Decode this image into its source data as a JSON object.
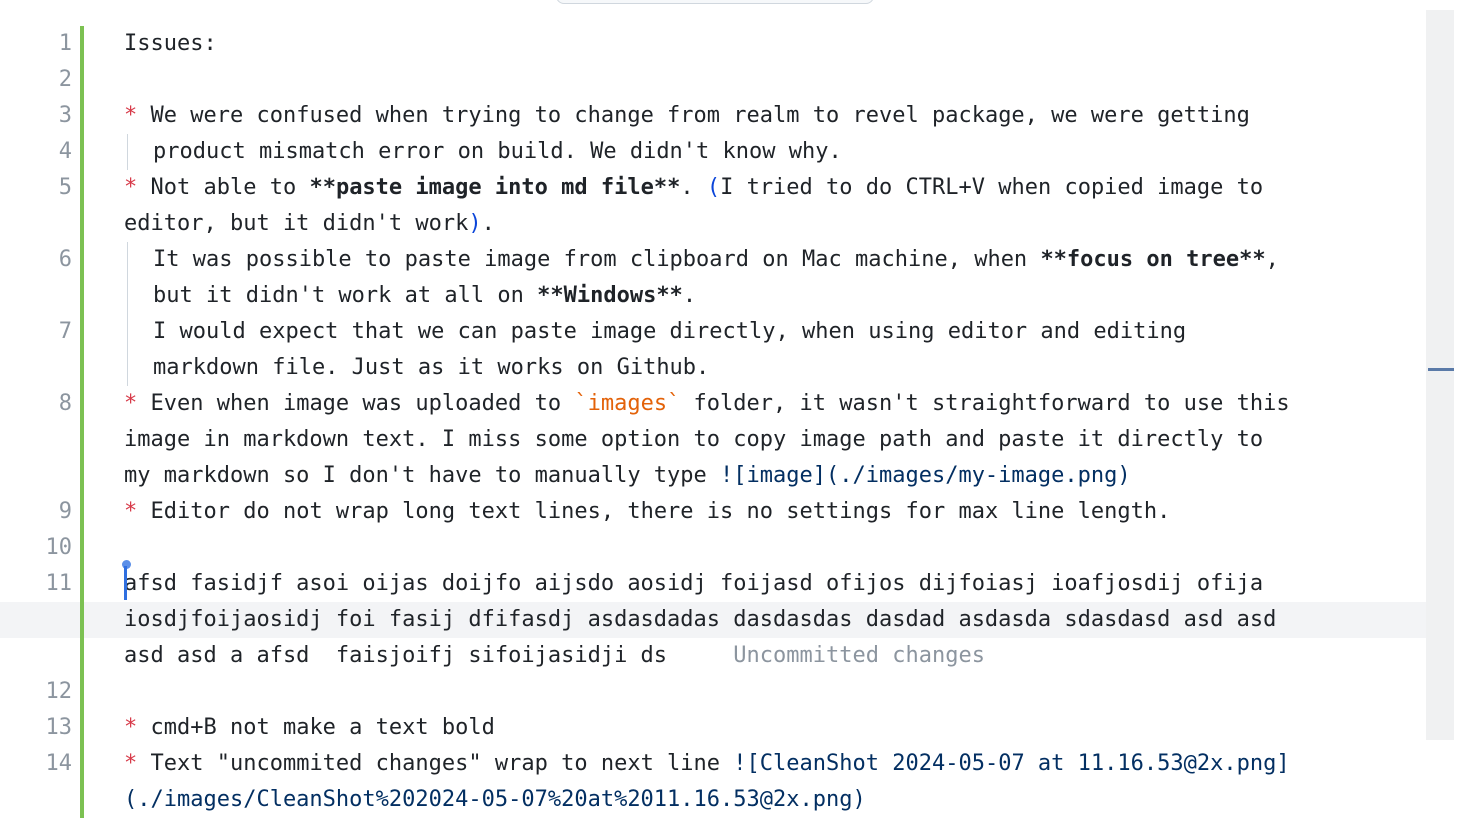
{
  "editor": {
    "line_numbers": [
      "1",
      "2",
      "3",
      "4",
      "5",
      "6",
      "7",
      "8",
      "9",
      "10",
      "11",
      "12",
      "13",
      "14"
    ],
    "lines": {
      "l1": "Issues:",
      "l3_bullet": "*",
      "l3_text": "We were confused when trying to change from realm to revel package, we were getting",
      "l3_cont": "product mismatch error on build. We didn't know why.",
      "l5_bullet": "*",
      "l5_a": "Not able to ",
      "l5_bold": "**paste image into md file**",
      "l5_b": ". ",
      "l5_open": "(",
      "l5_c": "I tried to do CTRL+V when copied image to",
      "l5_cont_a": "editor, but it didn't work",
      "l5_close": ")",
      "l5_cont_b": ".",
      "l6_a": "It was possible to paste image from clipboard on Mac machine, when ",
      "l6_bold": "**focus on tree**",
      "l6_b": ",",
      "l6_cont_a": "but it didn't work at all on ",
      "l6_cont_bold": "**Windows**",
      "l6_cont_b": ".",
      "l7_a": "I would expect that we can paste image directly, when using editor and editing",
      "l7_cont": "markdown file. Just as it works on Github.",
      "l8_bullet": "*",
      "l8_a": "Even when image was uploaded to ",
      "l8_code": "`images`",
      "l8_b": " folder, it wasn't straightforward to use this",
      "l8_cont1": "image in markdown text. I miss some option to copy image path and paste it directly to",
      "l8_cont2_a": "my markdown so I don't have to manually type ",
      "l8_link": "![image](./images/my-image.png)",
      "l9_bullet": "*",
      "l9_text": "Editor do not wrap long text lines, there is no settings for max line length.",
      "l11_a": "afsd fasidjf asoi oijas doijfo aijsdo aosidj foijasd ofijos dijfoiasj ioafjosdij ofija",
      "l11_b": "iosdjfoijaosidj foi fasij dfifasdj asdasdadas dasdasdas dasdad asdasda sdasdasd asd asd",
      "l11_c": "asd asd a afsd  faisjoifj sifoijasidji ds",
      "l11_ghost": "Uncommitted changes",
      "l13_bullet": "*",
      "l13_text": "cmd+B not make a text bold",
      "l14_bullet": "*",
      "l14_a": "Text \"uncommited changes\" wrap to next line ",
      "l14_link1": "![CleanShot 2024-05-07 at 11.16.53@2x.png]",
      "l14_link2": "(./images/CleanShot%202024-05-07%20at%2011.16.53@2x.png)"
    }
  },
  "colors": {
    "change_bar": "#7cc152",
    "bullet": "#d73a49",
    "inline_code": "#e36209",
    "link": "#032f62",
    "cursor": "#2f6fe0"
  }
}
